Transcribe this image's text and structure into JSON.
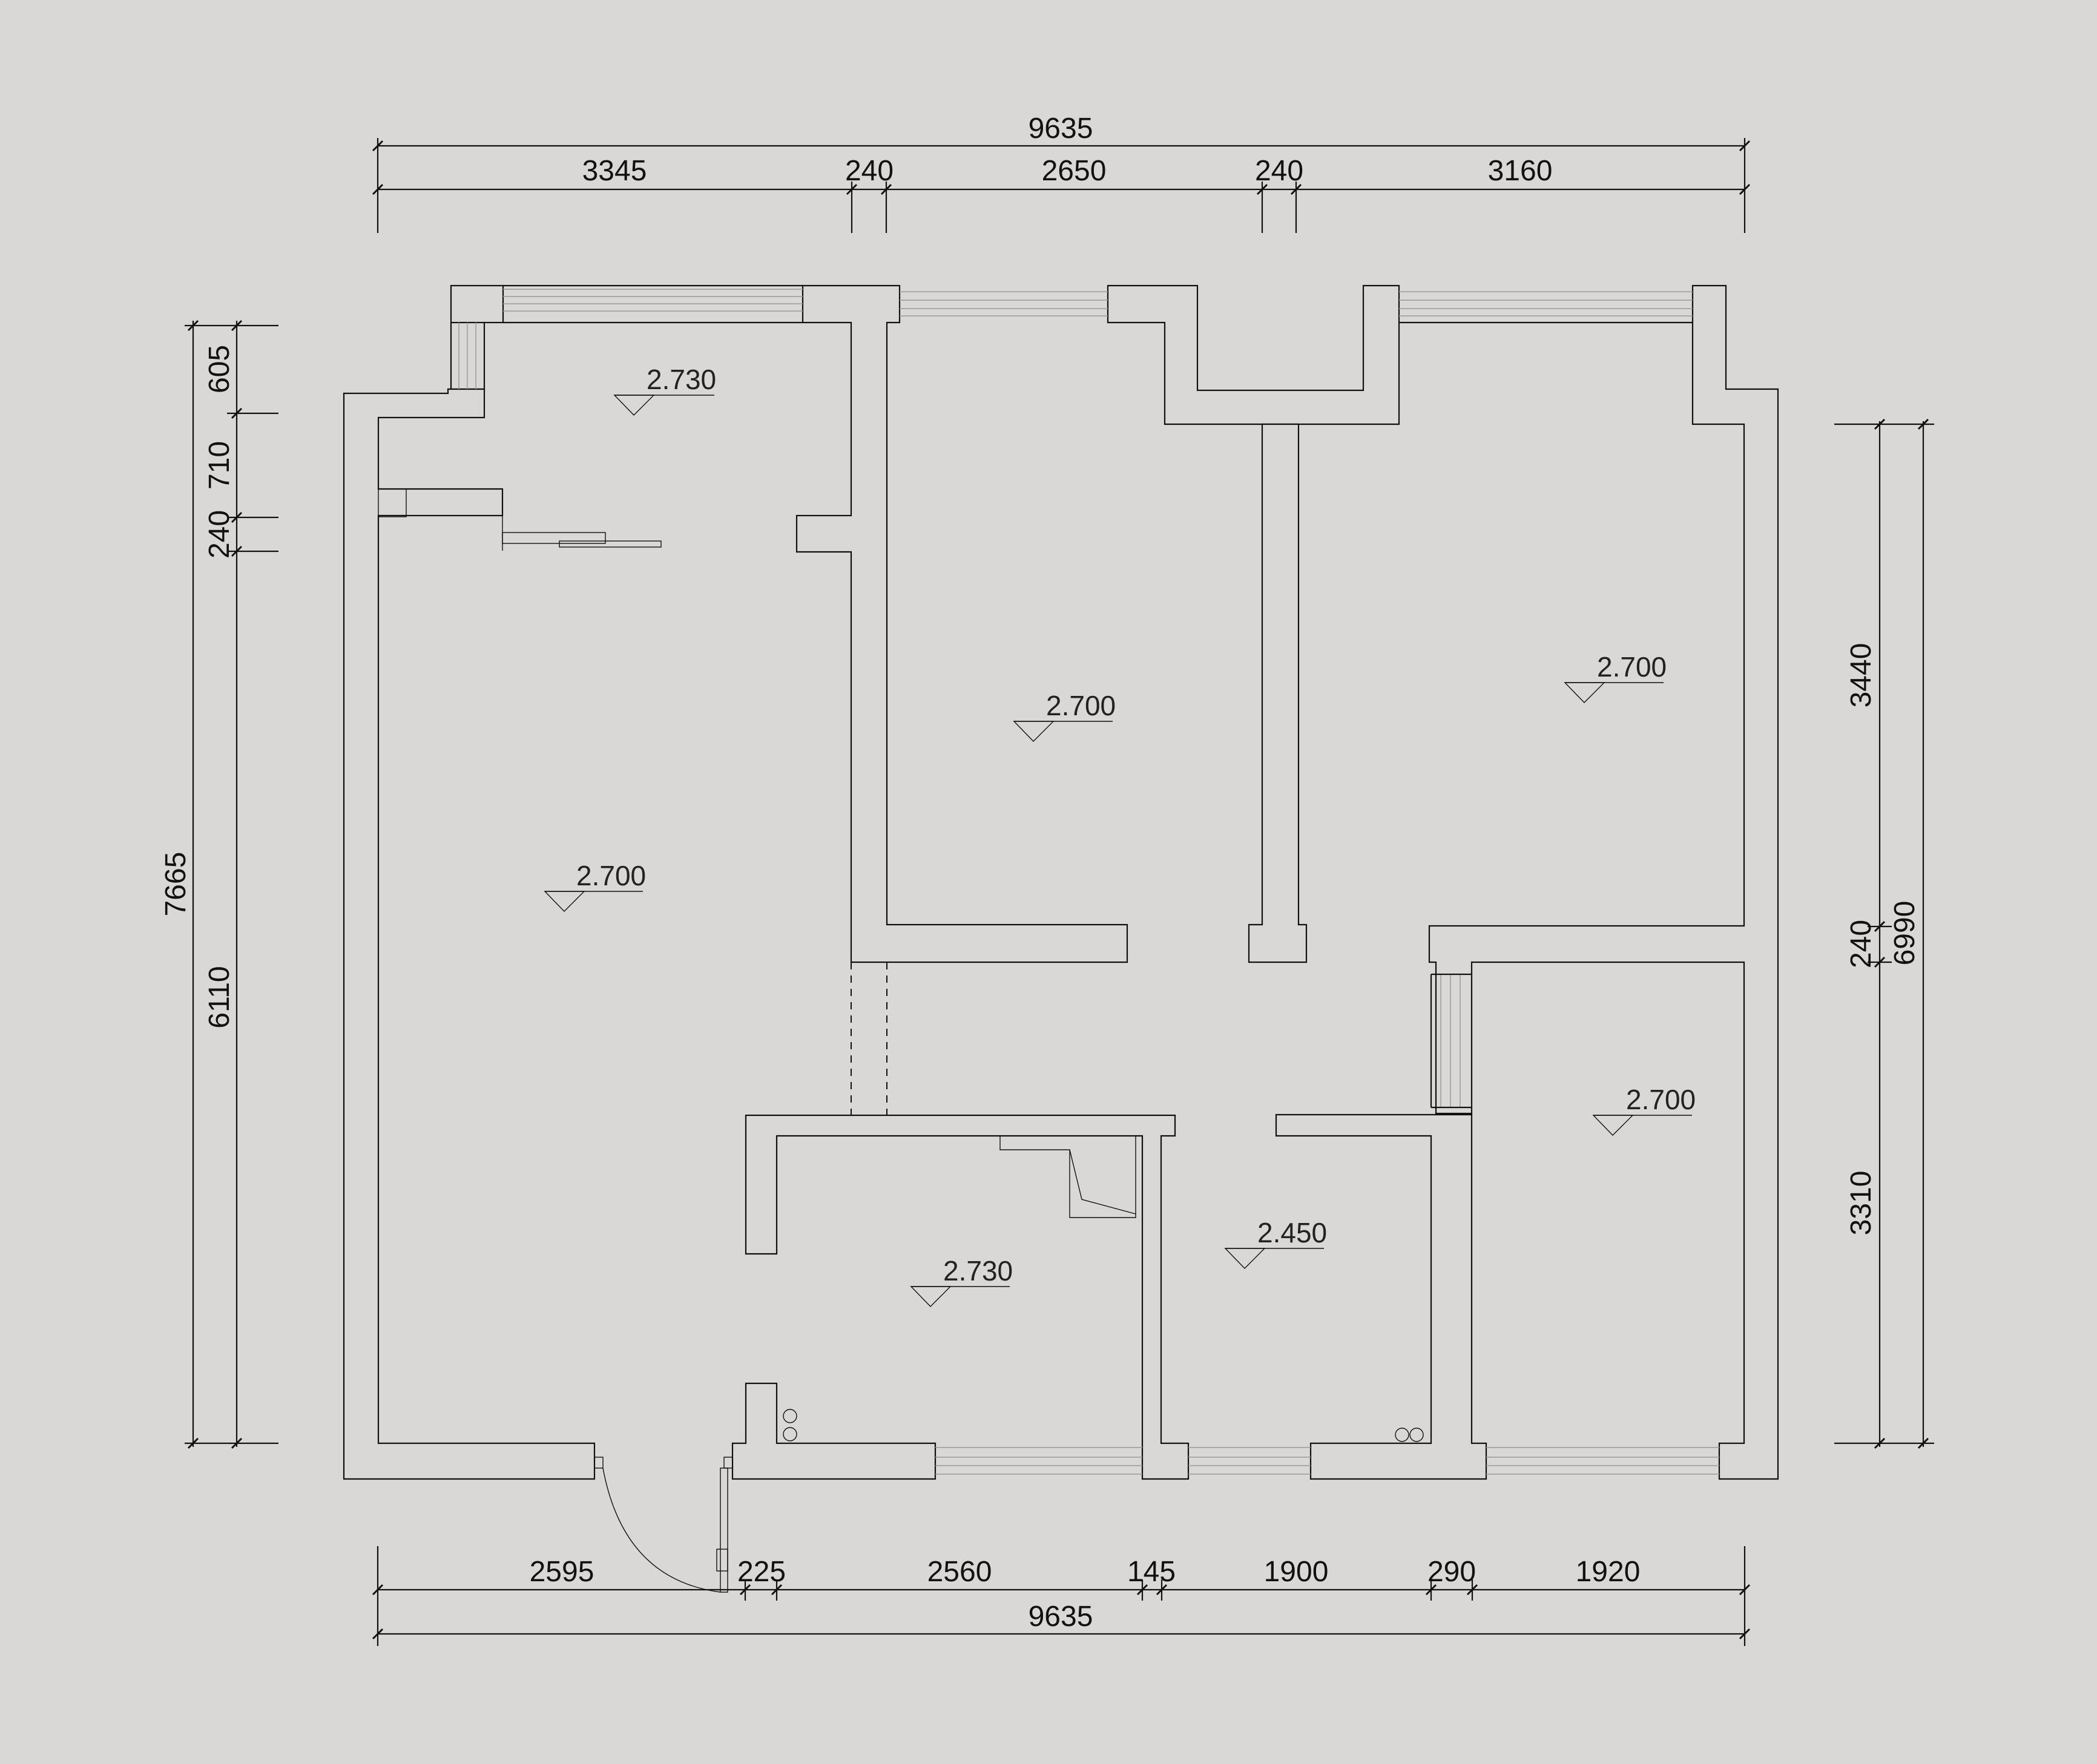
{
  "dimensions": {
    "top_total": "9635",
    "top": [
      "3345",
      "240",
      "2650",
      "240",
      "3160"
    ],
    "bottom": [
      "2595",
      "225",
      "2560",
      "145",
      "1900",
      "290",
      "1920"
    ],
    "bottom_total": "9635",
    "left_total": "7665",
    "left": [
      "605",
      "710",
      "240",
      "6110"
    ],
    "right": [
      "3440",
      "240",
      "3310"
    ],
    "right_total": "6990"
  },
  "levels": {
    "balcony": "2.730",
    "living": "2.700",
    "bedroom_mid": "2.700",
    "bedroom_right": "2.700",
    "bedroom_lower_right": "2.700",
    "kitchen": "2.730",
    "bathroom": "2.450"
  }
}
